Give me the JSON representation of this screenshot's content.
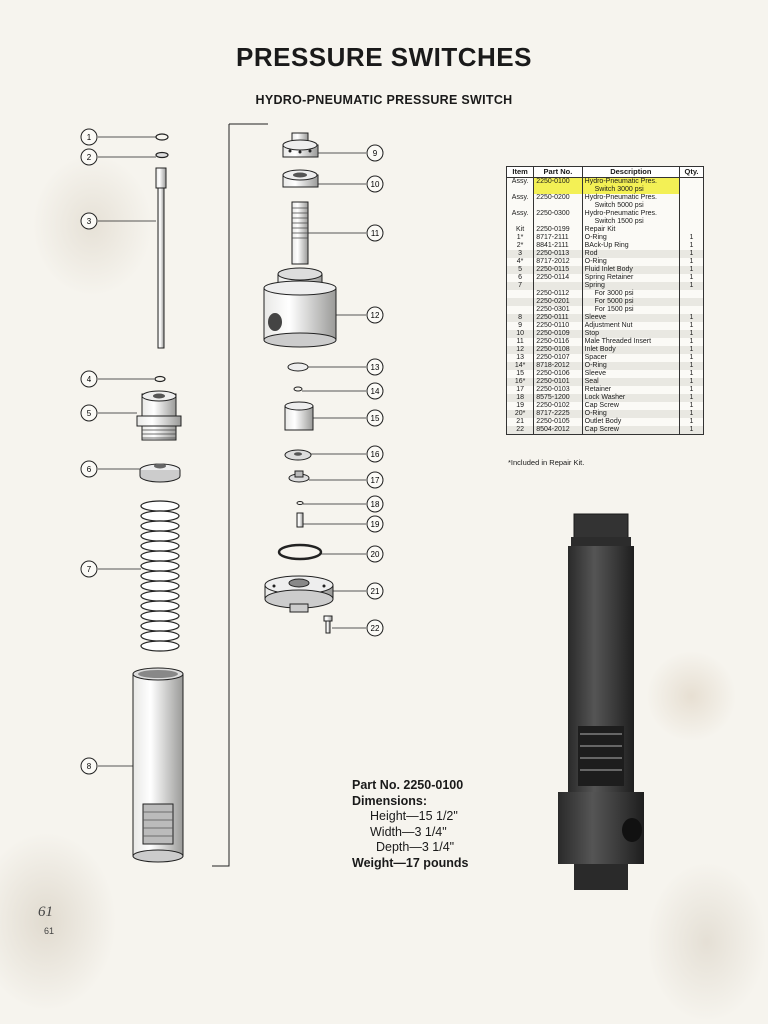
{
  "page": {
    "title": "PRESSURE SWITCHES",
    "subtitle": "HYDRO-PNEUMATIC PRESSURE SWITCH",
    "handwritten_page_number": "61",
    "printed_page_number": "61"
  },
  "diagram": {
    "callouts": [
      "1",
      "2",
      "3",
      "4",
      "5",
      "6",
      "7",
      "8",
      "9",
      "10",
      "11",
      "12",
      "13",
      "14",
      "15",
      "16",
      "17",
      "18",
      "19",
      "20",
      "21",
      "22"
    ]
  },
  "parts_table": {
    "headers": [
      "Item",
      "Part No.",
      "Description",
      "Qty."
    ],
    "rows": [
      {
        "item": "Assy.",
        "part": "2250-0100",
        "desc": "Hydro-Pneumatic Pres.",
        "qty": "",
        "highlight": true
      },
      {
        "item": "",
        "part": "",
        "desc": "Switch 3000 psi",
        "qty": "",
        "highlight": true,
        "indent": true
      },
      {
        "item": "Assy.",
        "part": "2250-0200",
        "desc": "Hydro-Pneumatic Pres.",
        "qty": ""
      },
      {
        "item": "",
        "part": "",
        "desc": "Switch 5000 psi",
        "qty": "",
        "indent": true
      },
      {
        "item": "Assy.",
        "part": "2250-0300",
        "desc": "Hydro-Pneumatic Pres.",
        "qty": ""
      },
      {
        "item": "",
        "part": "",
        "desc": "Switch 1500 psi",
        "qty": "",
        "indent": true
      },
      {
        "item": "Kit",
        "part": "2250-0199",
        "desc": "Repair Kit",
        "qty": ""
      },
      {
        "item": "1*",
        "part": "8717-2111",
        "desc": "O-Ring",
        "qty": "1"
      },
      {
        "item": "2*",
        "part": "8841-2111",
        "desc": "BAck-Up Ring",
        "qty": "1"
      },
      {
        "item": "3",
        "part": "2250-0113",
        "desc": "Rod",
        "qty": "1"
      },
      {
        "item": "4*",
        "part": "8717-2012",
        "desc": "O-Ring",
        "qty": "1"
      },
      {
        "item": "5",
        "part": "2250-0115",
        "desc": "Fluid Inlet Body",
        "qty": "1"
      },
      {
        "item": "6",
        "part": "2250-0114",
        "desc": "Spring Retainer",
        "qty": "1"
      },
      {
        "item": "7",
        "part": "",
        "desc": "Spring",
        "qty": "1"
      },
      {
        "item": "",
        "part": "2250-0112",
        "desc": "For 3000 psi",
        "qty": "",
        "indent": true
      },
      {
        "item": "",
        "part": "2250-0201",
        "desc": "For 5000 psi",
        "qty": "",
        "indent": true
      },
      {
        "item": "",
        "part": "2250-0301",
        "desc": "For 1500 psi",
        "qty": "",
        "indent": true
      },
      {
        "item": "8",
        "part": "2250-0111",
        "desc": "Sleeve",
        "qty": "1"
      },
      {
        "item": "9",
        "part": "2250-0110",
        "desc": "Adjustment Nut",
        "qty": "1"
      },
      {
        "item": "10",
        "part": "2250-0109",
        "desc": "Stop",
        "qty": "1"
      },
      {
        "item": "11",
        "part": "2250-0116",
        "desc": "Male Threaded Insert",
        "qty": "1"
      },
      {
        "item": "12",
        "part": "2250-0108",
        "desc": "Inlet Body",
        "qty": "1"
      },
      {
        "item": "13",
        "part": "2250-0107",
        "desc": "Spacer",
        "qty": "1"
      },
      {
        "item": "14*",
        "part": "8718-2012",
        "desc": "O-Ring",
        "qty": "1"
      },
      {
        "item": "15",
        "part": "2250-0106",
        "desc": "Sleeve",
        "qty": "1"
      },
      {
        "item": "16*",
        "part": "2250-0101",
        "desc": "Seal",
        "qty": "1"
      },
      {
        "item": "17",
        "part": "2250-0103",
        "desc": "Retainer",
        "qty": "1"
      },
      {
        "item": "18",
        "part": "8575-1200",
        "desc": "Lock Washer",
        "qty": "1"
      },
      {
        "item": "19",
        "part": "2250-0102",
        "desc": "Cap Screw",
        "qty": "1"
      },
      {
        "item": "20*",
        "part": "8717-2225",
        "desc": "O-Ring",
        "qty": "1"
      },
      {
        "item": "21",
        "part": "2250-0105",
        "desc": "Outlet Body",
        "qty": "1"
      },
      {
        "item": "22",
        "part": "8504-2012",
        "desc": "Cap Screw",
        "qty": "1"
      }
    ],
    "footnote": "*Included in Repair Kit."
  },
  "specs": {
    "part_no": "Part No. 2250-0100",
    "dimensions_label": "Dimensions:",
    "height": "Height—15 1/2\"",
    "width": "Width—3 1/4\"",
    "depth": "Depth—3 1/4\"",
    "weight": "Weight—17 pounds"
  },
  "colors": {
    "highlight": "#f3f055",
    "ink": "#1a1a1a",
    "photo": "#3a3a3a"
  }
}
